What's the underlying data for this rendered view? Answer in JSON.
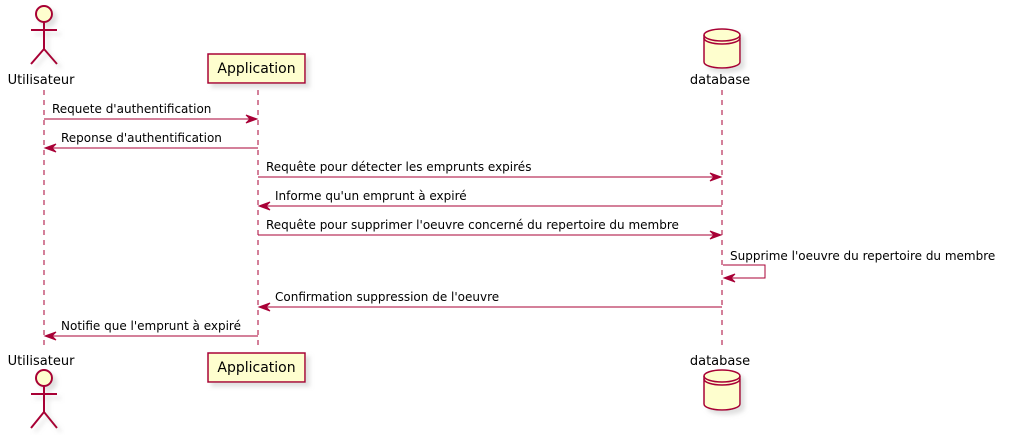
{
  "participants": {
    "user": {
      "label": "Utilisateur",
      "kind": "actor"
    },
    "app": {
      "label": "Application",
      "kind": "participant"
    },
    "db": {
      "label": "database",
      "kind": "database"
    }
  },
  "messages": [
    {
      "from": "user",
      "to": "app",
      "text": "Requete d'authentification"
    },
    {
      "from": "app",
      "to": "user",
      "text": "Reponse d'authentification"
    },
    {
      "from": "app",
      "to": "db",
      "text": "Requête pour détecter les emprunts expirés"
    },
    {
      "from": "db",
      "to": "app",
      "text": "Informe qu'un emprunt à expiré"
    },
    {
      "from": "app",
      "to": "db",
      "text": "Requête pour supprimer l'oeuvre concerné du repertoire du membre"
    },
    {
      "from": "db",
      "to": "db",
      "text": "Supprime l'oeuvre du repertoire du membre"
    },
    {
      "from": "db",
      "to": "app",
      "text": "Confirmation suppression de l'oeuvre"
    },
    {
      "from": "app",
      "to": "user",
      "text": "Notifie que l'emprunt à expiré"
    }
  ],
  "colors": {
    "line": "#A80036",
    "fill": "#FEFECE",
    "lifeline": "#A80036",
    "text": "#000000",
    "shadow": "#cccccc"
  }
}
